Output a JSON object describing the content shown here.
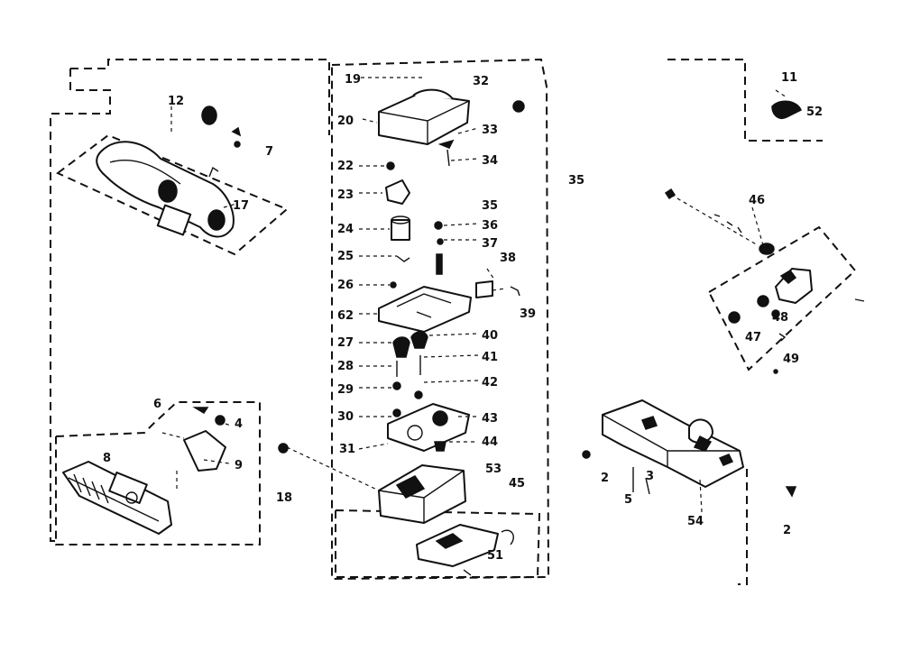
{
  "callouts": {
    "c12": "12",
    "c7": "7",
    "c17": "17",
    "c19": "19",
    "c32": "32",
    "c20": "20",
    "c33": "33",
    "c22": "22",
    "c34": "34",
    "c23": "23",
    "c35a": "35",
    "c24": "24",
    "c36": "36",
    "c25": "25",
    "c37": "37",
    "c38": "38",
    "c26": "26",
    "c39": "39",
    "c62": "62",
    "c27": "27",
    "c40": "40",
    "c41": "41",
    "c28": "28",
    "c42": "42",
    "c29": "29",
    "c30": "30",
    "c43": "43",
    "c31": "31",
    "c44": "44",
    "c53": "53",
    "c45": "45",
    "c51": "51",
    "c18": "18",
    "c35b": "35",
    "c6": "6",
    "c4": "4",
    "c9": "9",
    "c8": "8",
    "c11": "11",
    "c52": "52",
    "c46": "46",
    "c48": "48",
    "c47": "47",
    "c49": "49",
    "c2a": "2",
    "c3": "3",
    "c5": "5",
    "c54": "54",
    "c2b": "2"
  }
}
